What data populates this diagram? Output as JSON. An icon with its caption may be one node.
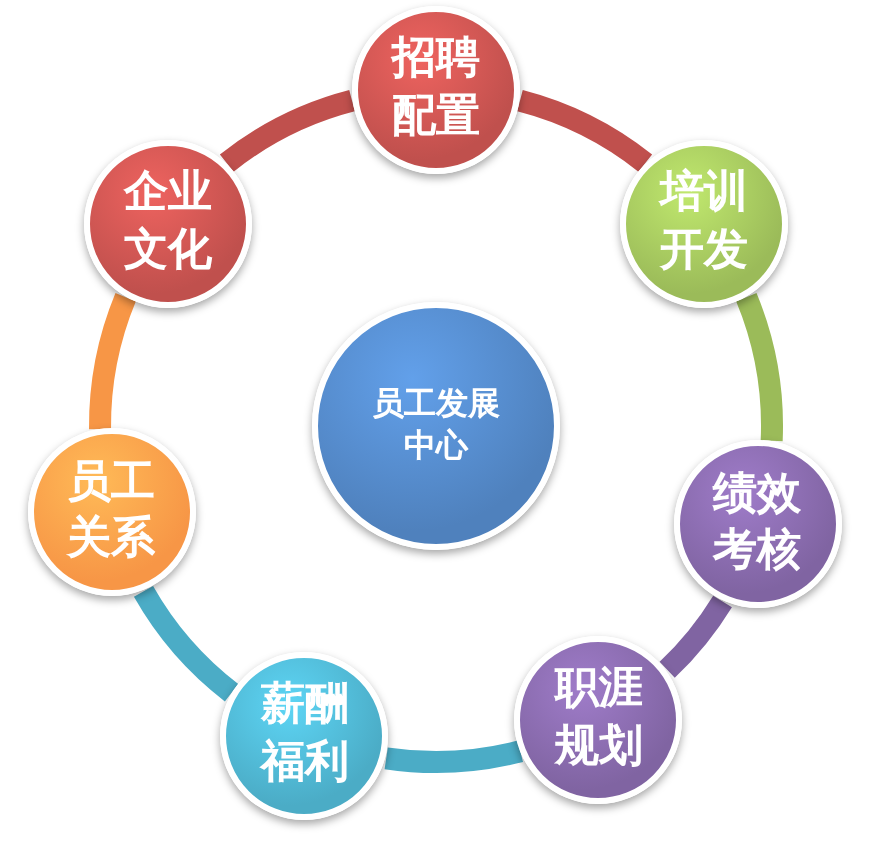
{
  "diagram": {
    "nodes": [
      {
        "text": [
          "员工发展中心"
        ]
      },
      {
        "text": [
          "招聘配置"
        ]
      },
      {
        "text": [
          "培训开发"
        ]
      },
      {
        "text": [
          "绩效考核"
        ]
      },
      {
        "text": [
          "职涯规划"
        ]
      },
      {
        "text": [
          "薪酬福利"
        ]
      },
      {
        "text": [
          "员工关系"
        ]
      },
      {
        "text": [
          "企业文化"
        ]
      }
    ],
    "edges": [
      {
        "from": 1,
        "to": 2,
        "arrow": "none",
        "color": "#c0504d"
      },
      {
        "from": 2,
        "to": 3,
        "arrow": "none",
        "color": "#9bbb59"
      },
      {
        "from": 3,
        "to": 4,
        "arrow": "none",
        "color": "#8064a2"
      },
      {
        "from": 4,
        "to": 5,
        "arrow": "none",
        "color": "#4bacc6"
      },
      {
        "from": 5,
        "to": 6,
        "arrow": "none",
        "color": "#4bacc6"
      },
      {
        "from": 6,
        "to": 7,
        "arrow": "none",
        "color": "#f79646"
      },
      {
        "from": 7,
        "to": 1,
        "arrow": "none",
        "color": "#c0504d"
      }
    ]
  }
}
